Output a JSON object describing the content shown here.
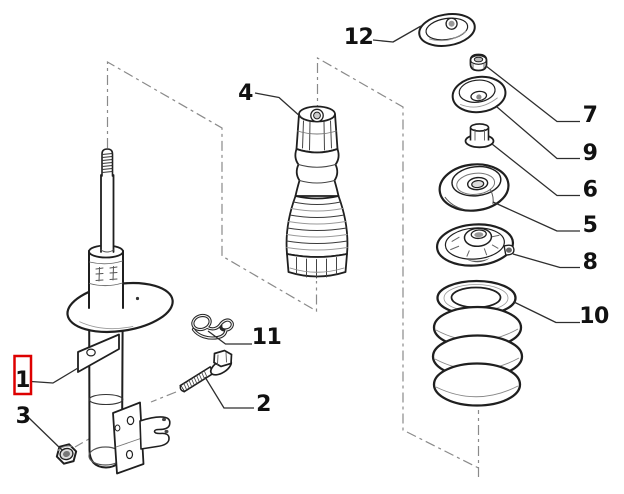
{
  "diagram": {
    "colors": {
      "background": "#ffffff",
      "line_color": "#1f1f1f",
      "leader_color": "#2e2e2e",
      "dashdot_color": "#8a8a8a",
      "highlight_box_color": "#dd0000",
      "label_color": "#111111"
    },
    "callouts": [
      {
        "label": "1",
        "part": "strut-assembly",
        "highlighted": true
      },
      {
        "label": "2",
        "part": "flange-bolt",
        "highlighted": false
      },
      {
        "label": "3",
        "part": "hex-nut",
        "highlighted": false
      },
      {
        "label": "4",
        "part": "dust-boot-bump-stop",
        "highlighted": false
      },
      {
        "label": "5",
        "part": "upper-strut-mount",
        "highlighted": false
      },
      {
        "label": "6",
        "part": "flange-nut",
        "highlighted": false
      },
      {
        "label": "7",
        "part": "cap-nut",
        "highlighted": false
      },
      {
        "label": "8",
        "part": "spring-seat-bearing",
        "highlighted": false
      },
      {
        "label": "9",
        "part": "mount-cup-washer",
        "highlighted": false
      },
      {
        "label": "10",
        "part": "coil-spring",
        "highlighted": false
      },
      {
        "label": "11",
        "part": "retaining-clip",
        "highlighted": false
      },
      {
        "label": "12",
        "part": "cover-cap",
        "highlighted": false
      }
    ]
  }
}
